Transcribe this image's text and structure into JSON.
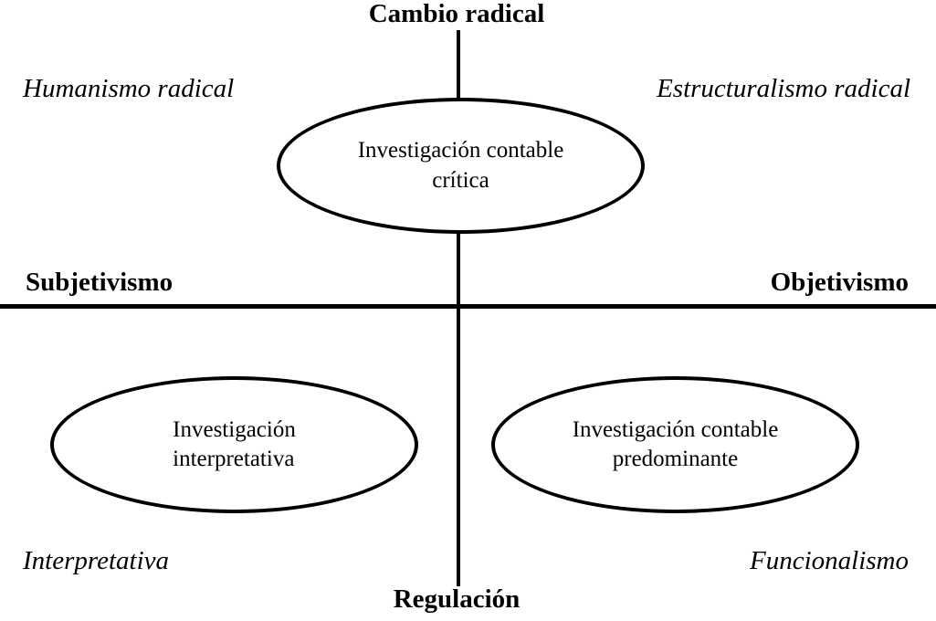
{
  "diagram": {
    "axes": {
      "top": "Cambio radical",
      "bottom": "Regulación",
      "left": "Subjetivismo",
      "right": "Objetivismo"
    },
    "quadrants": {
      "top_left": "Humanismo radical",
      "top_right": "Estructuralismo radical",
      "bottom_left": "Interpretativa",
      "bottom_right": "Funcionalismo"
    },
    "ellipses": [
      {
        "id": "critical-accounting-research",
        "line1": "Investigación contable",
        "line2": "crítica"
      },
      {
        "id": "interpretive-research",
        "line1": "Investigación",
        "line2": "interpretativa"
      },
      {
        "id": "mainstream-accounting-research",
        "line1": "Investigación contable",
        "line2": "predominante"
      }
    ],
    "colors": {
      "line": "#000000",
      "background": "#ffffff",
      "text": "#000000"
    }
  }
}
